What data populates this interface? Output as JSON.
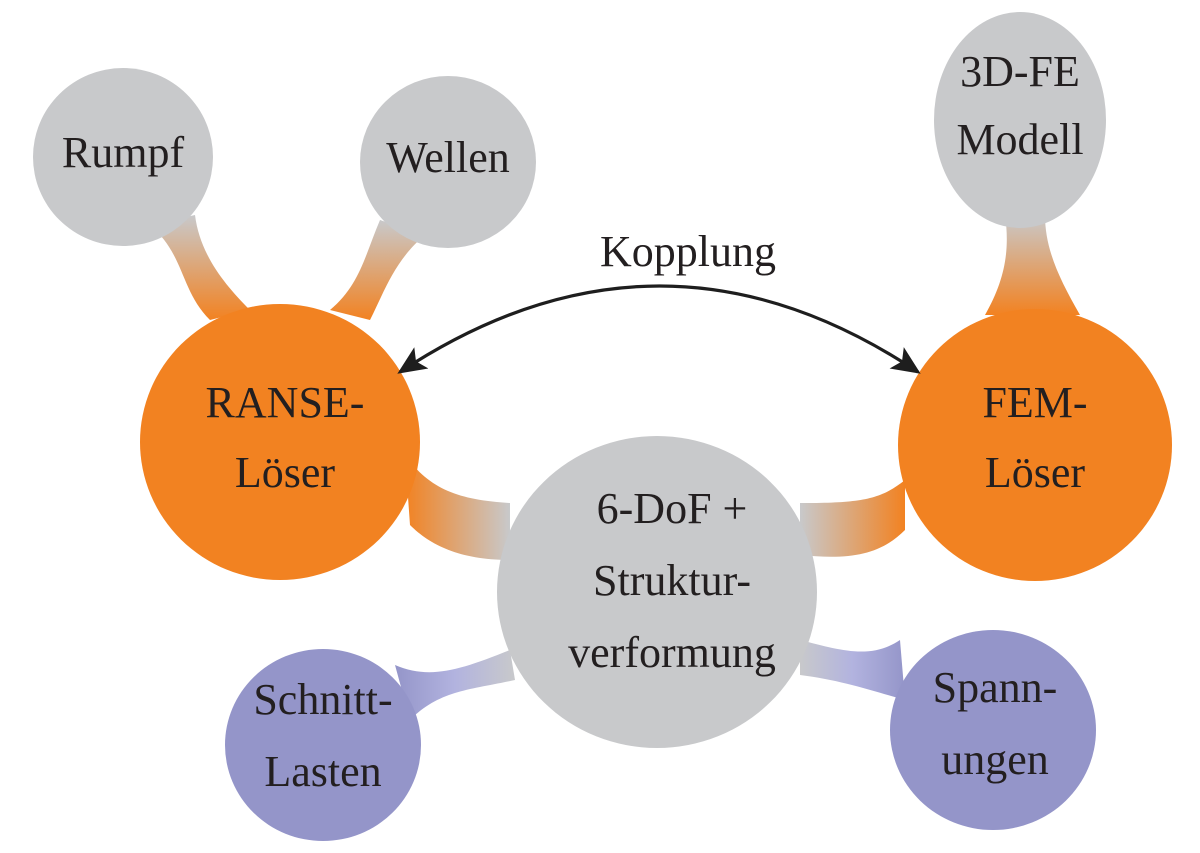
{
  "colors": {
    "gray": "#c8c9cb",
    "orange": "#f28221",
    "purple": "#9495c9",
    "purple_light": "#b2b3df",
    "orange_light": "#f1a04f",
    "arrow": "#1e1e1e",
    "text": "#231f20"
  },
  "nodes": {
    "rumpf": {
      "lines": [
        "Rumpf"
      ],
      "color": "gray"
    },
    "wellen": {
      "lines": [
        "Wellen"
      ],
      "color": "gray"
    },
    "fe_modell": {
      "lines": [
        "3D-FE",
        "Modell"
      ],
      "color": "gray"
    },
    "ranse": {
      "lines": [
        "RANSE-",
        "Löser"
      ],
      "color": "orange"
    },
    "fem": {
      "lines": [
        "FEM-",
        "Löser"
      ],
      "color": "orange"
    },
    "center": {
      "lines": [
        "6-DoF +",
        "Struktur-",
        "verformung"
      ],
      "color": "gray"
    },
    "schnitt": {
      "lines": [
        "Schnitt-",
        "Lasten"
      ],
      "color": "purple"
    },
    "spann": {
      "lines": [
        "Spann-",
        "ungen"
      ],
      "color": "purple"
    }
  },
  "links": [
    {
      "from": "rumpf",
      "to": "ranse"
    },
    {
      "from": "wellen",
      "to": "ranse"
    },
    {
      "from": "fe_modell",
      "to": "fem"
    },
    {
      "from": "ranse",
      "to": "center"
    },
    {
      "from": "fem",
      "to": "center"
    },
    {
      "from": "schnitt",
      "to": "center"
    },
    {
      "from": "spann",
      "to": "center"
    }
  ],
  "coupling": {
    "label": "Kopplung",
    "from": "fem",
    "to": "ranse",
    "bidirectional": true
  }
}
